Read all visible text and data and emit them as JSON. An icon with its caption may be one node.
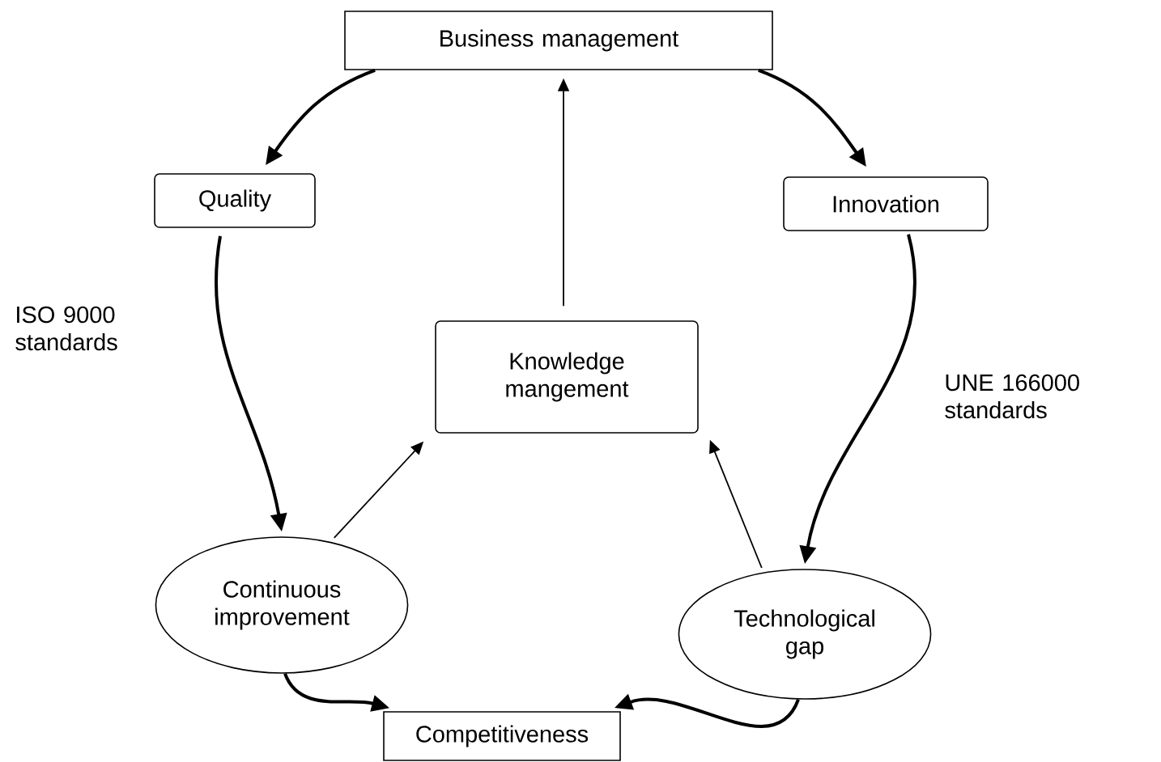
{
  "diagram": {
    "nodes": [
      {
        "text": [
          "Business management"
        ]
      },
      {
        "text": [
          "Quality"
        ]
      },
      {
        "text": [
          "Innovation"
        ]
      },
      {
        "text": [
          "Knowledge mangement"
        ]
      },
      {
        "text": [
          "Continuous improvement"
        ]
      },
      {
        "text": [
          "Technological gap"
        ]
      },
      {
        "text": [
          "Competitiveness"
        ]
      }
    ],
    "edges": [
      {
        "from": 0,
        "to": 1,
        "arrow": "to"
      },
      {
        "from": 0,
        "to": 2,
        "arrow": "to"
      },
      {
        "from": 1,
        "to": 4,
        "arrow": "to",
        "label": "ISO 9000 standards"
      },
      {
        "from": 2,
        "to": 5,
        "arrow": "to",
        "label": "UNE 166000 standards"
      },
      {
        "from": 3,
        "to": 0,
        "arrow": "to"
      },
      {
        "from": 4,
        "to": 3,
        "arrow": "to"
      },
      {
        "from": 5,
        "to": 3,
        "arrow": "to"
      },
      {
        "from": 4,
        "to": 6,
        "arrow": "to"
      },
      {
        "from": 5,
        "to": 6,
        "arrow": "to"
      }
    ]
  }
}
